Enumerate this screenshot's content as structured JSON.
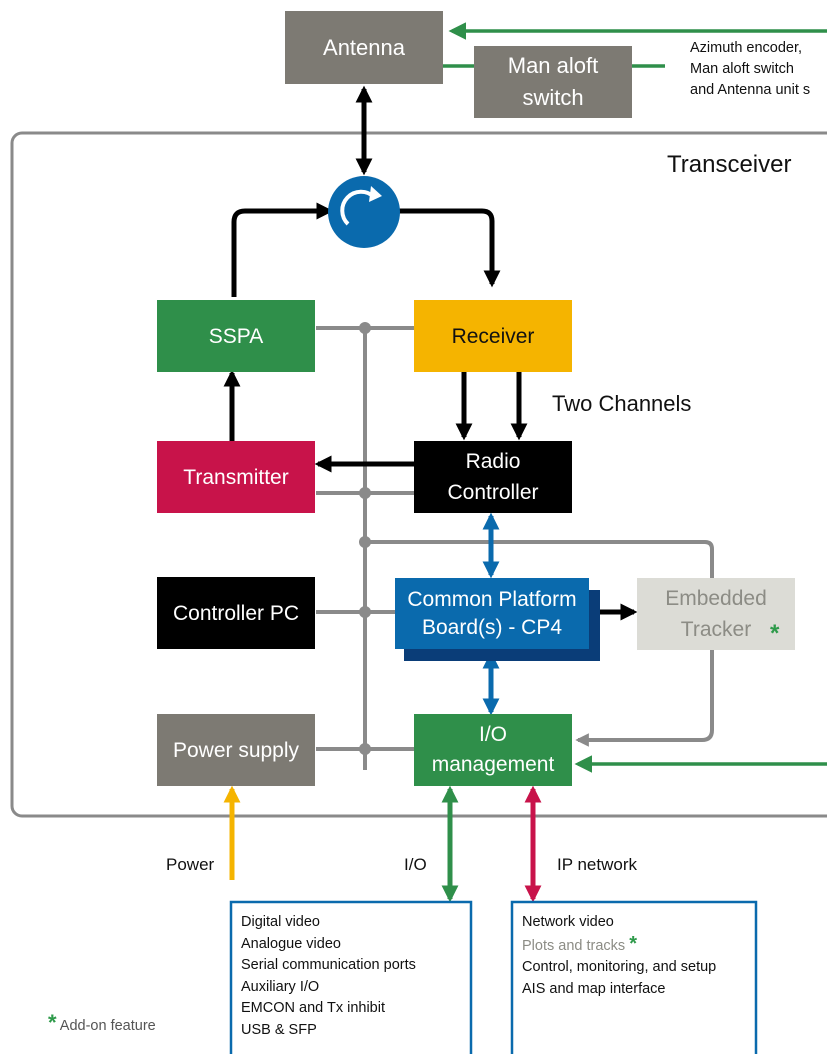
{
  "colors": {
    "grey_block": "#7d7a73",
    "green_block": "#2f8f4a",
    "yellow_block": "#f5b400",
    "red_block": "#c8134a",
    "black_block": "#000000",
    "blue_block": "#0a6aad",
    "light_grey_block": "#dcdcd6",
    "frame": "#8a8a8a",
    "power_arrow": "#f5b400",
    "io_arrow": "#2f8f4a",
    "ip_arrow": "#c8134a",
    "list_border": "#0a6aad",
    "addon_star": "#2e9a4a"
  },
  "blocks": {
    "antenna": "Antenna",
    "man_aloft": [
      "Man aloft",
      "switch"
    ],
    "sspa": "SSPA",
    "receiver": "Receiver",
    "transmitter": "Transmitter",
    "radio_controller": [
      "Radio",
      "Controller"
    ],
    "controller_pc": "Controller PC",
    "cpb": [
      "Common Platform",
      "Board(s) - CP4"
    ],
    "embedded_tracker": [
      "Embedded",
      "Tracker"
    ],
    "power_supply": "Power supply",
    "io_management": [
      "I/O",
      "management"
    ]
  },
  "labels": {
    "transceiver": "Transceiver",
    "two_channels": "Two Channels",
    "azimuth_note": [
      "Azimuth encoder,",
      "Man aloft switch",
      "and Antenna unit s"
    ],
    "power": "Power",
    "io": "I/O",
    "ip_network": "IP network",
    "addon_star": "*",
    "addon_feature": "Add-on feature"
  },
  "io_list": [
    "Digital video",
    "Analogue video",
    "Serial communication ports",
    "Auxiliary I/O",
    "EMCON and Tx inhibit",
    "USB & SFP"
  ],
  "ip_list": {
    "items": [
      "Network video",
      "Plots and tracks",
      "Control, monitoring, and setup",
      "AIS and map interface"
    ],
    "addon_item": "Plots and tracks"
  },
  "icons": {
    "circulator": "circulator-icon",
    "star": "asterisk-star-icon"
  }
}
